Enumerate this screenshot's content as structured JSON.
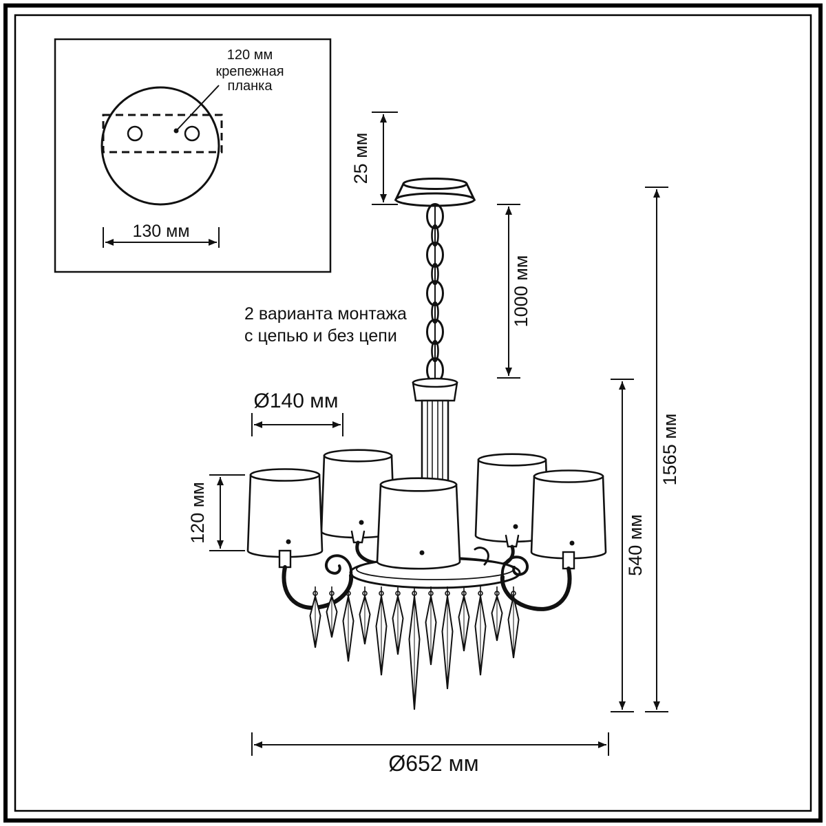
{
  "inset": {
    "hole_spacing_label": "120 мм",
    "bracket_label_line1": "крепежная",
    "bracket_label_line2": "планка",
    "plate_width_label": "130 мм"
  },
  "note": {
    "line1": "2 варианта монтажа",
    "line2": "с цепью и без цепи"
  },
  "dimensions": {
    "canopy_height": "25 мм",
    "chain_length": "1000 мм",
    "total_height": "1565 мм",
    "body_height": "540 мм",
    "shade_height": "120 мм",
    "shade_diameter": "Ø140 мм",
    "fixture_diameter": "Ø652 мм"
  },
  "colors": {
    "line": "#111111",
    "background": "#ffffff"
  }
}
